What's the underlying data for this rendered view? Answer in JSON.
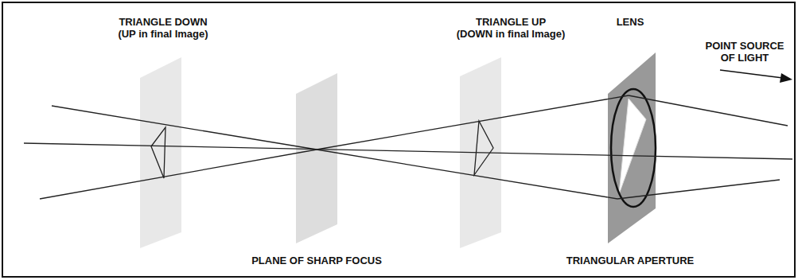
{
  "diagram": {
    "labels": [
      "TRIANGLE DOWN",
      "(UP in final Image)",
      "TRIANGLE UP",
      "(DOWN in final Image)",
      "LENS",
      "POINT SOURCE",
      "OF LIGHT",
      "PLANE OF SHARP FOCUS",
      "TRIANGULAR APERTURE"
    ]
  }
}
